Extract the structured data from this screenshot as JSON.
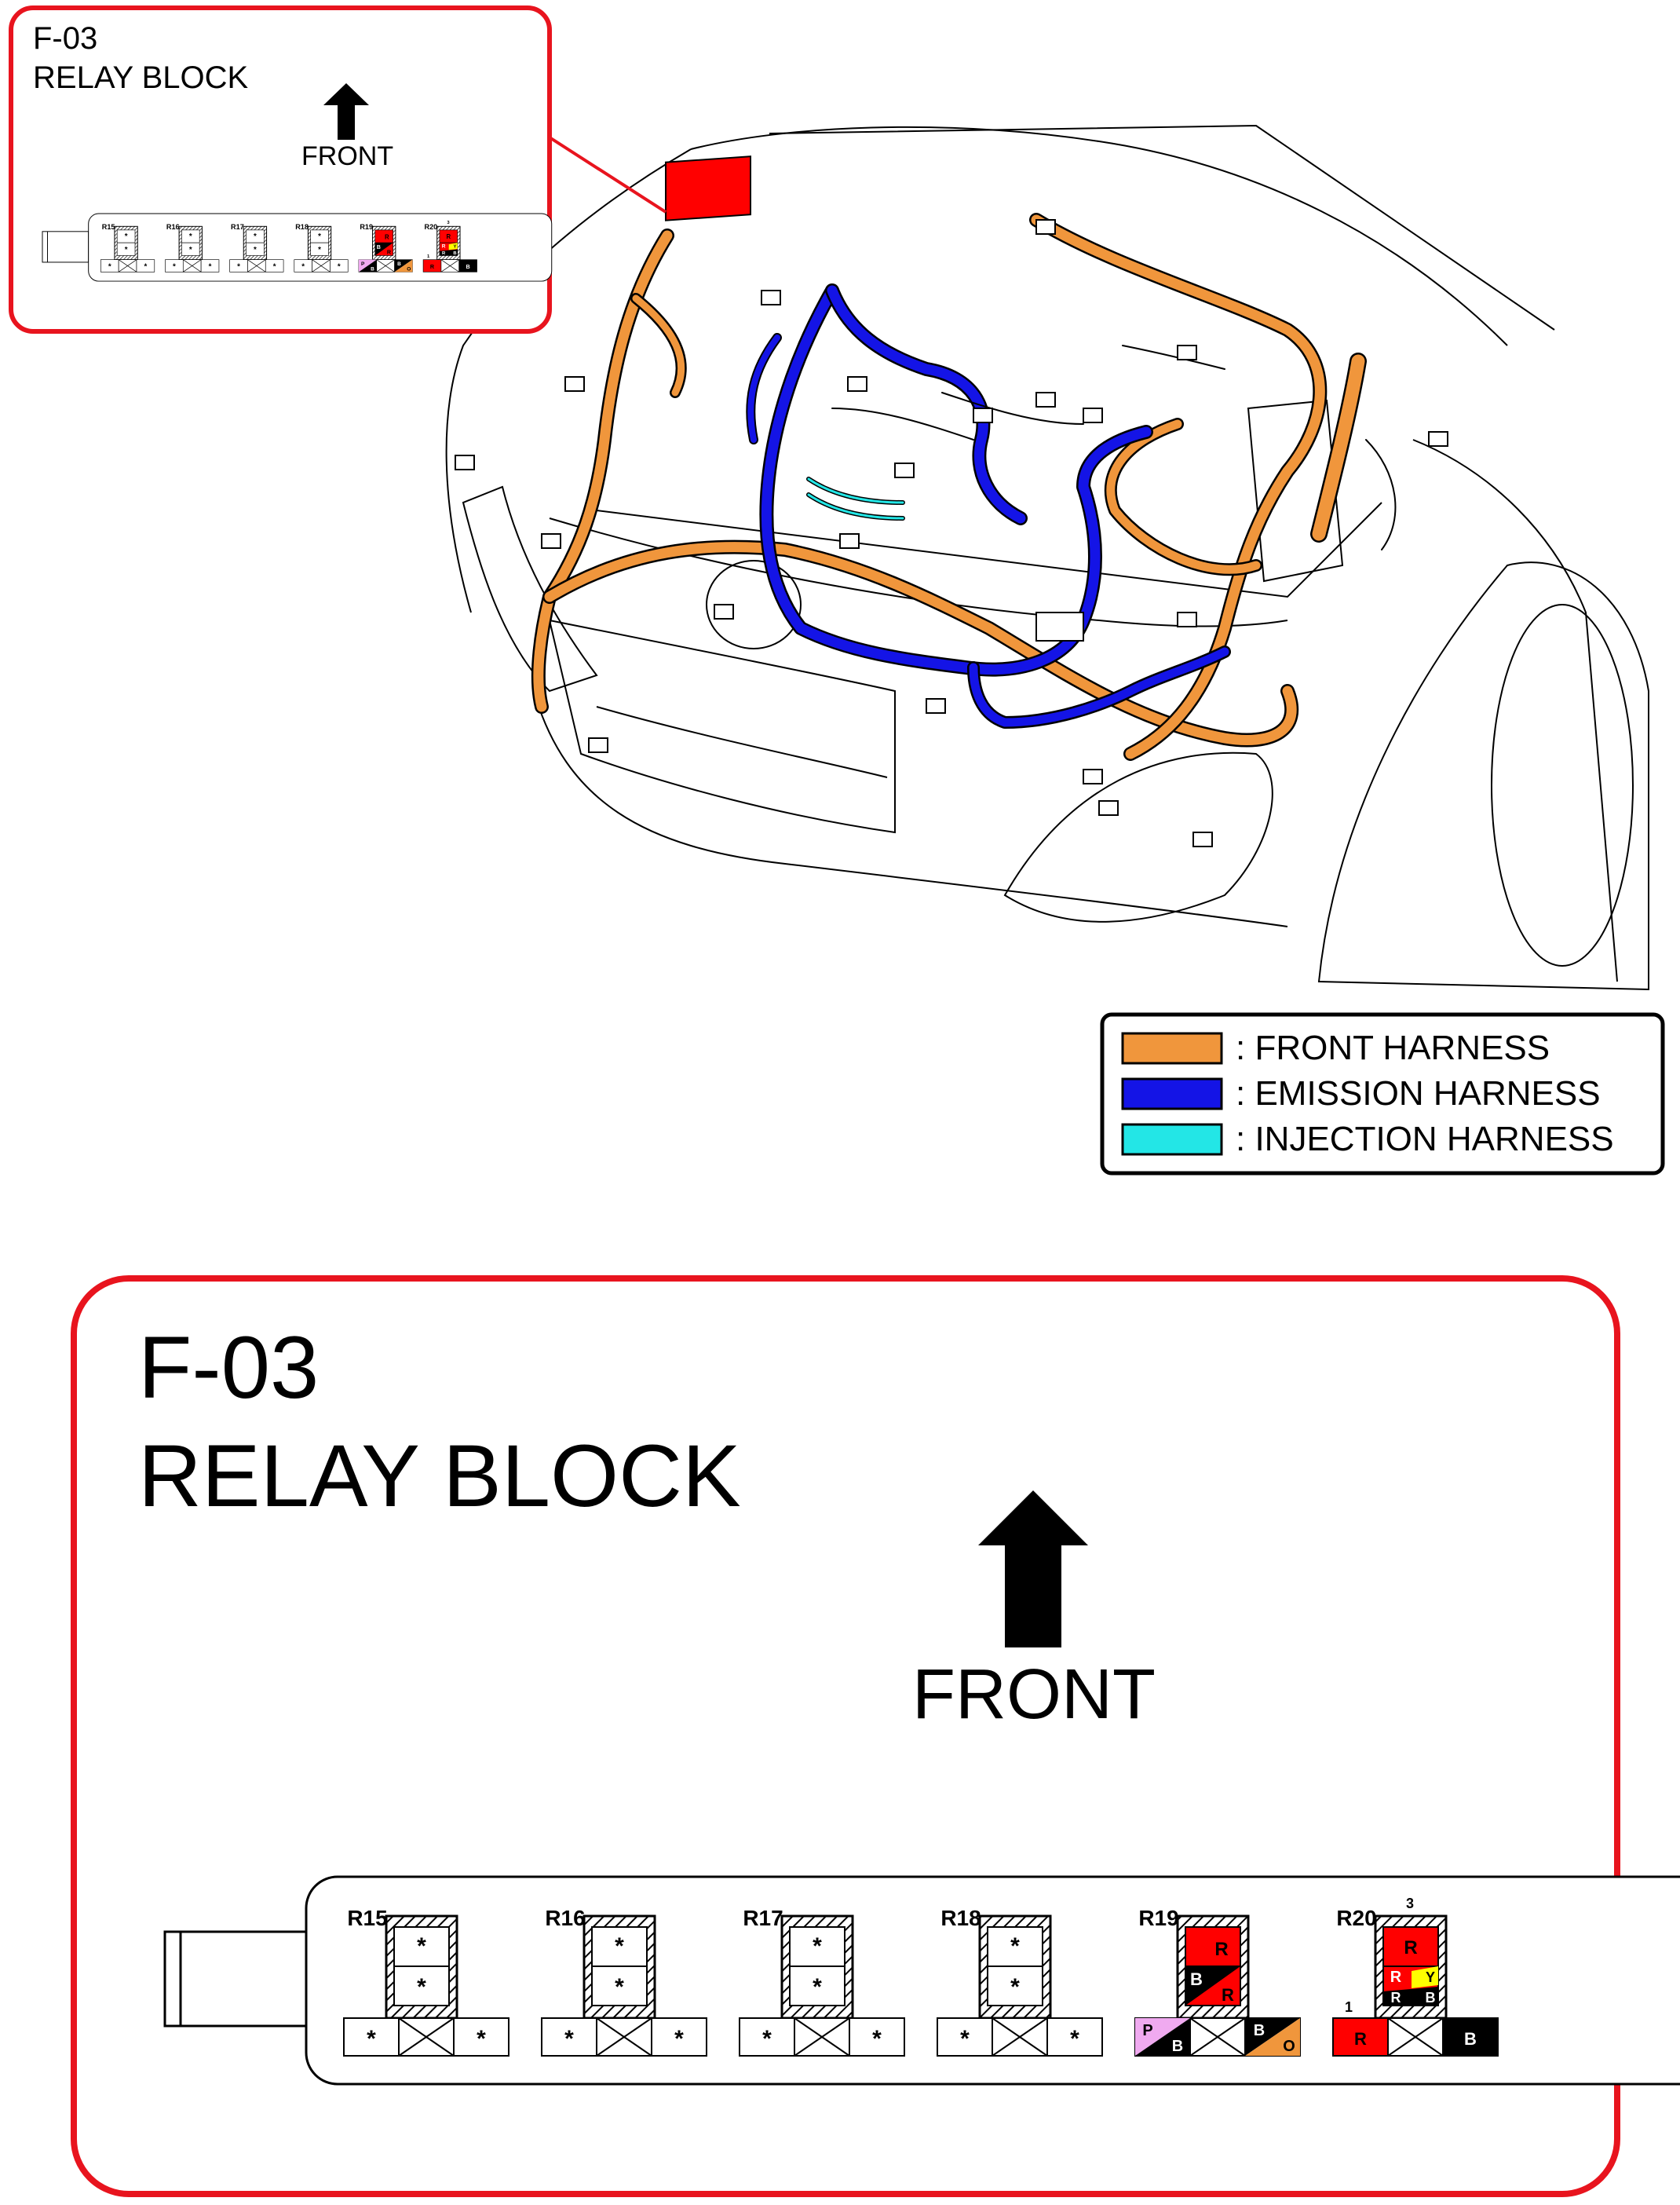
{
  "inset": {
    "code": "F-03",
    "name": "RELAY BLOCK",
    "front_label": "FRONT"
  },
  "legend": [
    {
      "label": ": FRONT HARNESS",
      "color": "#f0963c"
    },
    {
      "label": ": EMISSION HARNESS",
      "color": "#1414e6"
    },
    {
      "label": ": INJECTION HARNESS",
      "color": "#23e6e6"
    }
  ],
  "detail": {
    "code": "F-03",
    "name": "RELAY BLOCK",
    "front_label": "FRONT"
  },
  "colors": {
    "frame_red": "#e8141e",
    "red": "#ff0000",
    "black": "#000000",
    "orange": "#f0963c",
    "pink": "#f0aaf0",
    "yellow": "#ffff00",
    "car_line": "#000000"
  },
  "relays": [
    {
      "id": "R15",
      "upper": [
        "*",
        "*"
      ],
      "bottom": [
        "*",
        "X",
        "*"
      ]
    },
    {
      "id": "R16",
      "upper": [
        "*",
        "*"
      ],
      "bottom": [
        "*",
        "X",
        "*"
      ]
    },
    {
      "id": "R17",
      "upper": [
        "*",
        "*"
      ],
      "bottom": [
        "*",
        "X",
        "*"
      ]
    },
    {
      "id": "R18",
      "upper": [
        "*",
        "*"
      ],
      "bottom": [
        "*",
        "X",
        "*"
      ]
    },
    {
      "id": "R19",
      "upper": [
        "R",
        "B / R"
      ],
      "bottom": [
        "P / B",
        "X",
        "B / O"
      ]
    },
    {
      "id": "R20",
      "pin_top": "3",
      "pin_left": "1",
      "upper": [
        "R",
        "R / Y / R / B"
      ],
      "bottom": [
        "R",
        "X",
        "B"
      ]
    }
  ]
}
